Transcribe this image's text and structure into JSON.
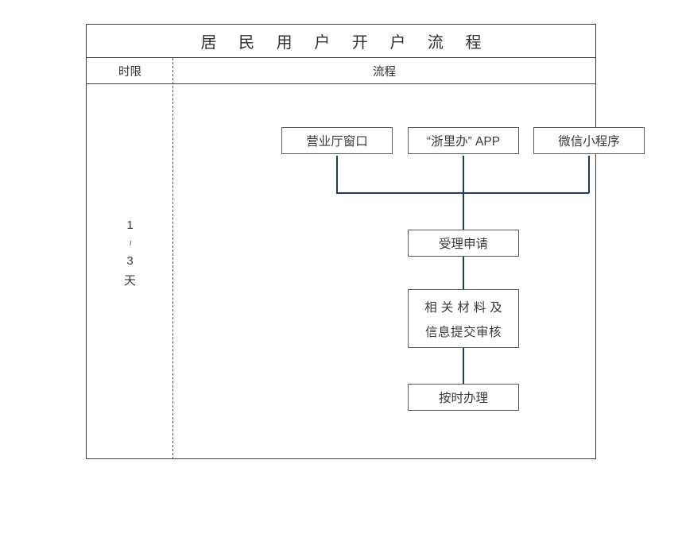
{
  "table": {
    "title": "居 民 用 户 开 户 流 程",
    "headers": {
      "time_limit": "时限",
      "process": "流程"
    }
  },
  "duration": {
    "from": "1",
    "separator": "~",
    "to": "3",
    "unit": "天"
  },
  "flow": {
    "sources": [
      {
        "id": "hall",
        "label": "营业厅窗口"
      },
      {
        "id": "app",
        "label": "“浙里办” APP"
      },
      {
        "id": "wechat",
        "label": "微信小程序"
      }
    ],
    "steps": [
      {
        "id": "accept",
        "label": "受理申请"
      },
      {
        "id": "submit",
        "line1": "相关材料及",
        "line2": "信息提交审核"
      },
      {
        "id": "handle",
        "label": "按时办理"
      }
    ]
  },
  "colors": {
    "connector": "#1f3a63",
    "box_border": "#5a5a5a",
    "table_border": "#3d3d3d",
    "text": "#3a3a3a",
    "background": "#ffffff"
  }
}
